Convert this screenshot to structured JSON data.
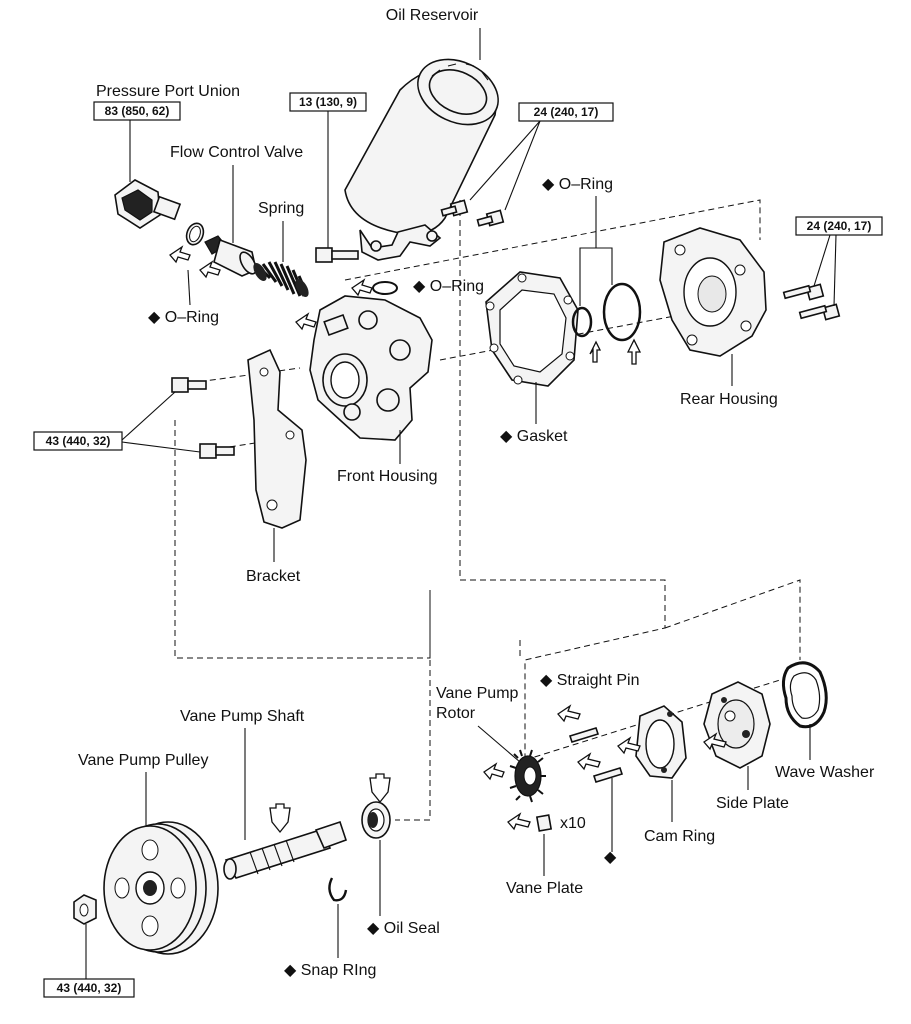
{
  "labels": {
    "oil_reservoir": "Oil Reservoir",
    "pressure_port_union": "Pressure Port Union",
    "flow_control_valve": "Flow Control Valve",
    "spring": "Spring",
    "o_ring_left": "O–Ring",
    "o_ring_mid": "O–Ring",
    "o_ring_right": "O–Ring",
    "gasket": "Gasket",
    "rear_housing": "Rear Housing",
    "front_housing": "Front Housing",
    "bracket": "Bracket",
    "vane_pump_shaft": "Vane Pump Shaft",
    "vane_pump_pulley": "Vane Pump Pulley",
    "vane_pump_rotor_1": "Vane Pump",
    "vane_pump_rotor_2": "Rotor",
    "straight_pin": "Straight Pin",
    "wave_washer": "Wave Washer",
    "side_plate": "Side Plate",
    "cam_ring": "Cam Ring",
    "vane_plate": "Vane Plate",
    "vane_count": "x10",
    "oil_seal": "Oil Seal",
    "snap_ring": "Snap RIng"
  },
  "torques": {
    "pressure_port": "83 (850, 62)",
    "reservoir_bolt": "13 (130, 9)",
    "reservoir_bolts_right": "24 (240, 17)",
    "rear_housing_bolts": "24 (240, 17)",
    "bracket_bolts": "43 (440, 32)",
    "pulley_nut": "43 (440, 32)"
  }
}
